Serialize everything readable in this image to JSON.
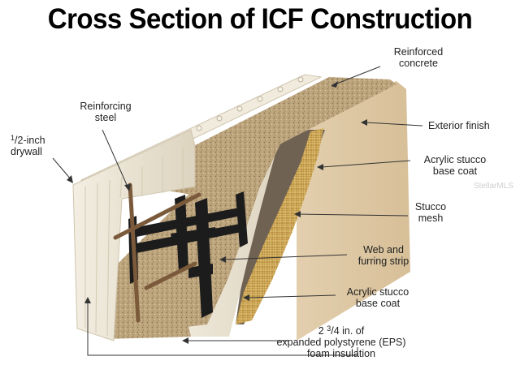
{
  "title": "Cross Section of ICF Construction",
  "labels": {
    "reinforced_concrete": {
      "l1": "Reinforced",
      "l2": "concrete"
    },
    "exterior_finish": "Exterior finish",
    "acrylic_top": {
      "l1": "Acrylic stucco",
      "l2": "base coat"
    },
    "stucco_mesh": {
      "l1": "Stucco",
      "l2": "mesh"
    },
    "web_furring": {
      "l1": "Web and",
      "l2": "furring strip"
    },
    "acrylic_bottom": {
      "l1": "Acrylic stucco",
      "l2": "base coat"
    },
    "eps": {
      "num": "2 ",
      "frac": "3",
      "frac2": "/4 in. of",
      "l2": "expanded polystyrene (EPS)",
      "l3": "foam insulation"
    },
    "reinforcing_steel": {
      "l1": "Reinforcing",
      "l2": "steel"
    },
    "drywall": {
      "frac": "1",
      "l1": "/2-inch",
      "l2": "drywall"
    }
  },
  "watermark": "StellarMLS",
  "colors": {
    "concrete": "#b9a27c",
    "foam": "#ece6d6",
    "stucco": "#d9c3a2",
    "web": "#1c1c1c",
    "rebar": "#7a5a3a",
    "mesh": "#c9a24a"
  }
}
